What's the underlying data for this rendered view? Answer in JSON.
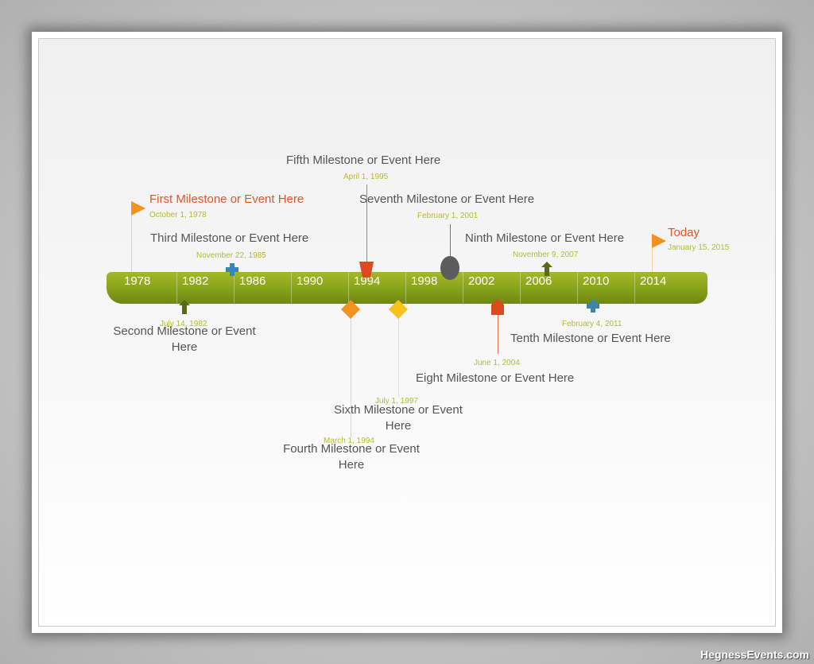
{
  "ticks": [
    "1978",
    "1982",
    "1986",
    "1990",
    "1994",
    "1998",
    "2002",
    "2006",
    "2010",
    "2014"
  ],
  "milestones": [
    {
      "title": "First Milestone or Event Here",
      "date": "October 1, 1978",
      "marker": "flag-icon"
    },
    {
      "title": "Second Milestone or Event Here",
      "date": "July 14, 1982",
      "marker": "arrow-up-icon"
    },
    {
      "title": "Third Milestone or Event Here",
      "date": "November 22, 1985",
      "marker": "cross-icon"
    },
    {
      "title": "Fourth Milestone or Event Here",
      "date": "March 1, 1994",
      "marker": "diamond-icon"
    },
    {
      "title": "Fifth Milestone or Event Here",
      "date": "April 1, 1995",
      "marker": "trapezoid-icon"
    },
    {
      "title": "Sixth Milestone or Event Here",
      "date": "July 1, 1997",
      "marker": "diamond-icon"
    },
    {
      "title": "Seventh Milestone or Event Here",
      "date": "February 1, 2001",
      "marker": "ellipse-icon"
    },
    {
      "title": "Eight Milestone or Event Here",
      "date": "June 1, 2004",
      "marker": "house-icon"
    },
    {
      "title": "Ninth Milestone or Event Here",
      "date": "November 9, 2007",
      "marker": "arrow-up-icon"
    },
    {
      "title": "Tenth Milestone or Event Here",
      "date": "February 4, 2011",
      "marker": "cross-icon"
    },
    {
      "title": "Today",
      "date": "January 15, 2015",
      "marker": "flag-icon"
    }
  ],
  "colors": {
    "bar": "#8ea61c",
    "date_text": "#b1be2c",
    "accent": "#e0562c",
    "flag": "#f3921f",
    "dark_green": "#556b18",
    "blue": "#3a86b3",
    "red": "#dc4a1f",
    "orange": "#f3921f",
    "yellow": "#f7c21c",
    "gray": "#5c5c5c"
  },
  "watermark": "HegnessEvents.com"
}
